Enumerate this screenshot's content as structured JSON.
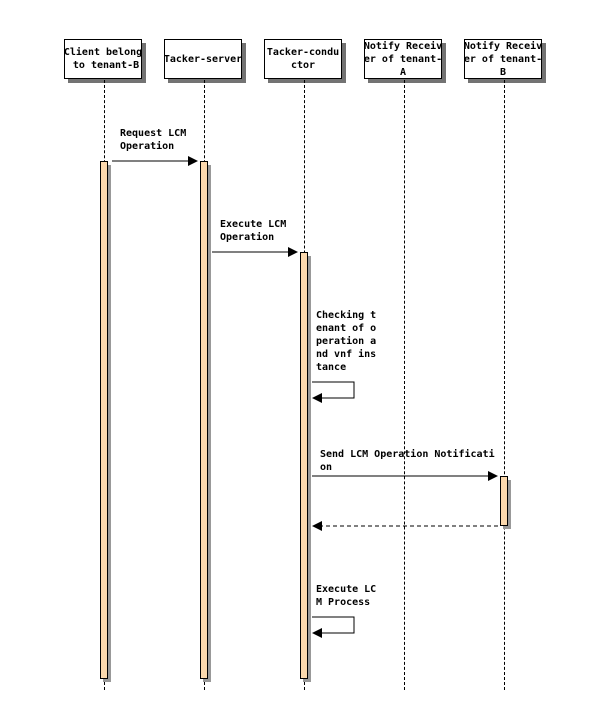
{
  "participants": [
    {
      "id": "client",
      "label": "Client belong\n to tenant-B"
    },
    {
      "id": "server",
      "label": "Tacker-server"
    },
    {
      "id": "conductor",
      "label": "Tacker-condu\nctor"
    },
    {
      "id": "receiver_a",
      "label": "Notify Receiv\ner of tenant-\nA"
    },
    {
      "id": "receiver_b",
      "label": "Notify Receiv\ner of tenant-\nB"
    }
  ],
  "messages": [
    {
      "from": "client",
      "to": "server",
      "type": "solid",
      "label": "Request LCM\nOperation"
    },
    {
      "from": "server",
      "to": "conductor",
      "type": "solid",
      "label": "Execute LCM\nOperation"
    },
    {
      "from": "conductor",
      "to": "conductor",
      "type": "self",
      "label": "Checking t\nenant of o\nperation a\nnd vnf ins\ntance"
    },
    {
      "from": "conductor",
      "to": "receiver_b",
      "type": "solid",
      "label": "Send LCM Operation Notificati\non"
    },
    {
      "from": "receiver_b",
      "to": "conductor",
      "type": "dashed",
      "label": ""
    },
    {
      "from": "conductor",
      "to": "conductor",
      "type": "self",
      "label": "Execute LC\nM Process"
    }
  ],
  "colors": {
    "activation_fill": "#fbd8ad",
    "line": "#000000"
  }
}
